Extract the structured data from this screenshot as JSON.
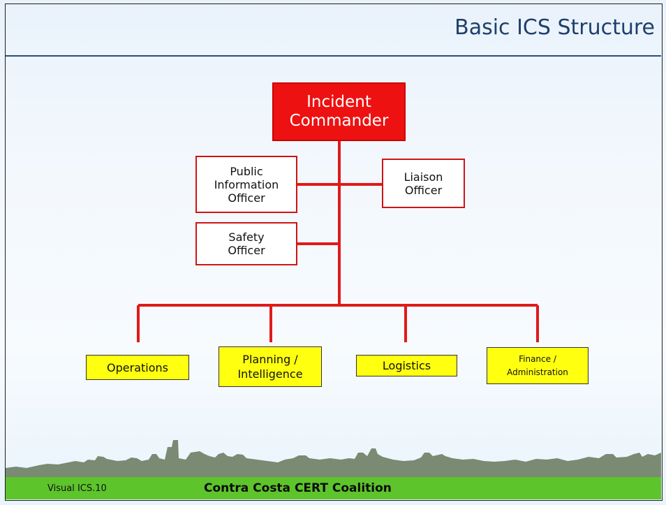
{
  "slide": {
    "title": "Basic ICS Structure"
  },
  "org_chart": {
    "commander": "Incident\nCommander",
    "command_staff": {
      "public_information": "Public\nInformation\nOfficer",
      "liaison": "Liaison\nOfficer",
      "safety": "Safety\nOfficer"
    },
    "sections": {
      "operations": "Operations",
      "planning": "Planning /\nIntelligence",
      "logistics": "Logistics",
      "finance": "Finance /\nAdministration"
    }
  },
  "footer": {
    "slide_number": "Visual ICS.10",
    "organization": "Contra Costa CERT Coalition"
  },
  "colors": {
    "commander_fill": "#ee1111",
    "connector": "#e01a1a",
    "section_fill": "#ffff10",
    "title_text": "#1f3f6b",
    "footer_bar": "#5dc42c",
    "skyline": "#7a8a73"
  }
}
